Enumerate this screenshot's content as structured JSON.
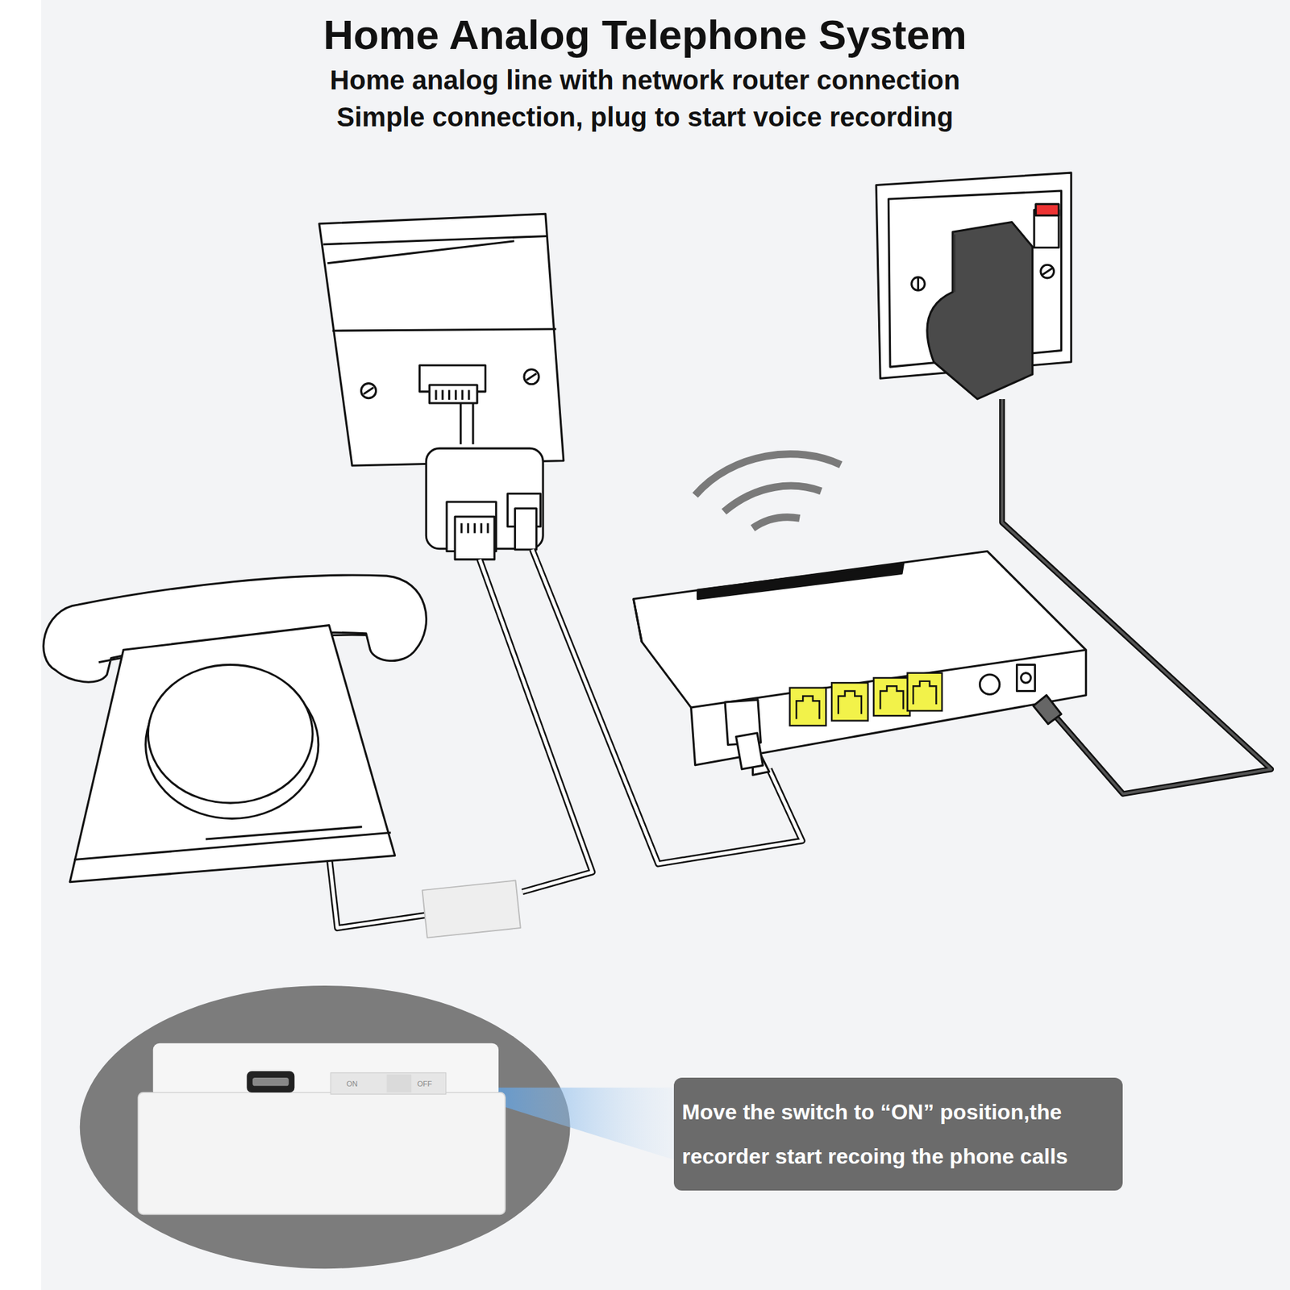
{
  "diagram": {
    "title": "Home Analog Telephone System",
    "nodes": [
      {
        "text": [
          "Move the switch to “ON” position,the recorder start recoing the phone calls"
        ]
      }
    ],
    "labels": [
      "Home analog line with network router connection",
      "Simple connection, plug to start voice recording",
      "ON",
      "OFF"
    ]
  }
}
